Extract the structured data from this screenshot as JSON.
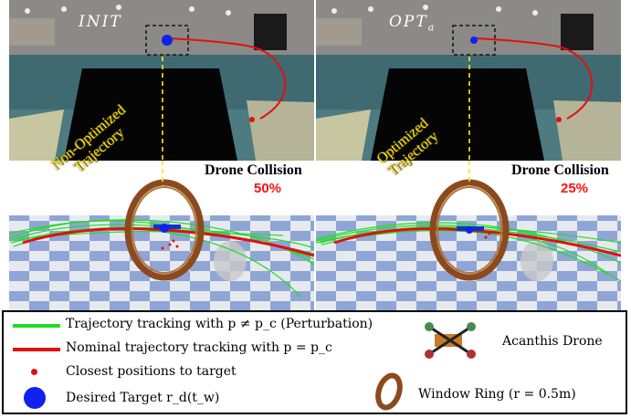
{
  "panels": {
    "left_label": "INIT",
    "right_label": "OPT",
    "right_label_sub": "a",
    "left_trajectory_label": [
      "Non-Optimized",
      "Trajectory"
    ],
    "right_trajectory_label": [
      "Optimized",
      "Trajectory"
    ],
    "collision_label": "Drone Collision",
    "left_collision_pct": "50%",
    "right_collision_pct": "25%"
  },
  "legend": {
    "item1": "Trajectory tracking with p ≠ p_c (Perturbation)",
    "item2": "Nominal trajectory tracking with p = p_c",
    "item3": "Closest positions to target",
    "item4": "Desired Target r_d(t_w)",
    "drone": "Acanthis Drone",
    "ring": "Window Ring (r = 0.5m)"
  },
  "colors": {
    "perturbation": "#22dd22",
    "nominal": "#e01010",
    "closest": "#e01010",
    "target": "#1020f0",
    "ring": "#8b4a1e",
    "highlight": "#ffe81a"
  },
  "icons": [
    "drone-icon",
    "ring-icon",
    "target-dot-icon",
    "closest-dot-icon"
  ]
}
